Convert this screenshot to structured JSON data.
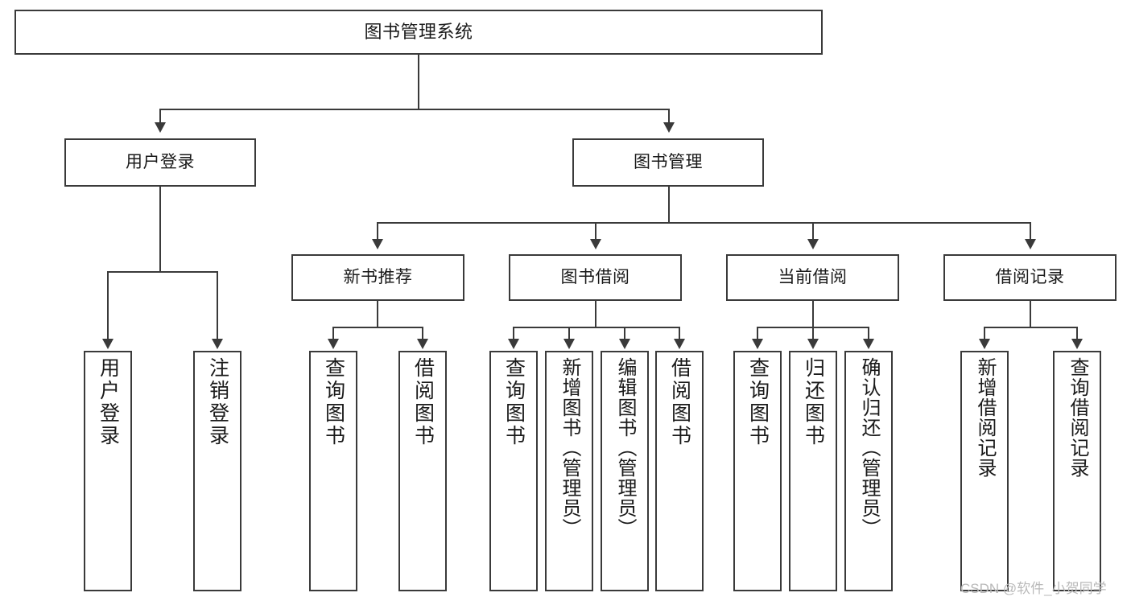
{
  "diagram": {
    "title": "图书管理系统",
    "type": "tree-hierarchy-diagram",
    "colors": {
      "stroke": "#3a3a3a",
      "fill": "#ffffff",
      "text": "#1a1a1a",
      "watermark": "#b9b9b9"
    },
    "root": {
      "label": "图书管理系统"
    },
    "level2": [
      {
        "id": "user-login",
        "label": "用户登录"
      },
      {
        "id": "book-management",
        "label": "图书管理"
      }
    ],
    "level3": [
      {
        "id": "new-book-recommend",
        "label": "新书推荐"
      },
      {
        "id": "book-borrow",
        "label": "图书借阅"
      },
      {
        "id": "current-borrow",
        "label": "当前借阅"
      },
      {
        "id": "borrow-record",
        "label": "借阅记录"
      }
    ],
    "leaves": {
      "user_login": [
        {
          "id": "leaf-user-login",
          "label": "用户登录"
        },
        {
          "id": "leaf-logout-login",
          "label": "注销登录"
        }
      ],
      "new_book_recommend": [
        {
          "id": "leaf-query-book-1",
          "label": "查询图书"
        },
        {
          "id": "leaf-borrow-book-1",
          "label": "借阅图书"
        }
      ],
      "book_borrow": [
        {
          "id": "leaf-query-book-2",
          "label": "查询图书"
        },
        {
          "id": "leaf-add-book",
          "label": "新增图书（管理员）"
        },
        {
          "id": "leaf-edit-book",
          "label": "编辑图书（管理员）"
        },
        {
          "id": "leaf-borrow-book-2",
          "label": "借阅图书"
        }
      ],
      "current_borrow": [
        {
          "id": "leaf-query-book-3",
          "label": "查询图书"
        },
        {
          "id": "leaf-return-book",
          "label": "归还图书"
        },
        {
          "id": "leaf-confirm-return",
          "label": "确认归还（管理员）"
        }
      ],
      "borrow_record": [
        {
          "id": "leaf-add-borrow-record",
          "label": "新增借阅记录"
        },
        {
          "id": "leaf-query-borrow-record",
          "label": "查询借阅记录"
        }
      ]
    }
  },
  "watermark": {
    "text": "CSDN @软件_小贺同学"
  }
}
